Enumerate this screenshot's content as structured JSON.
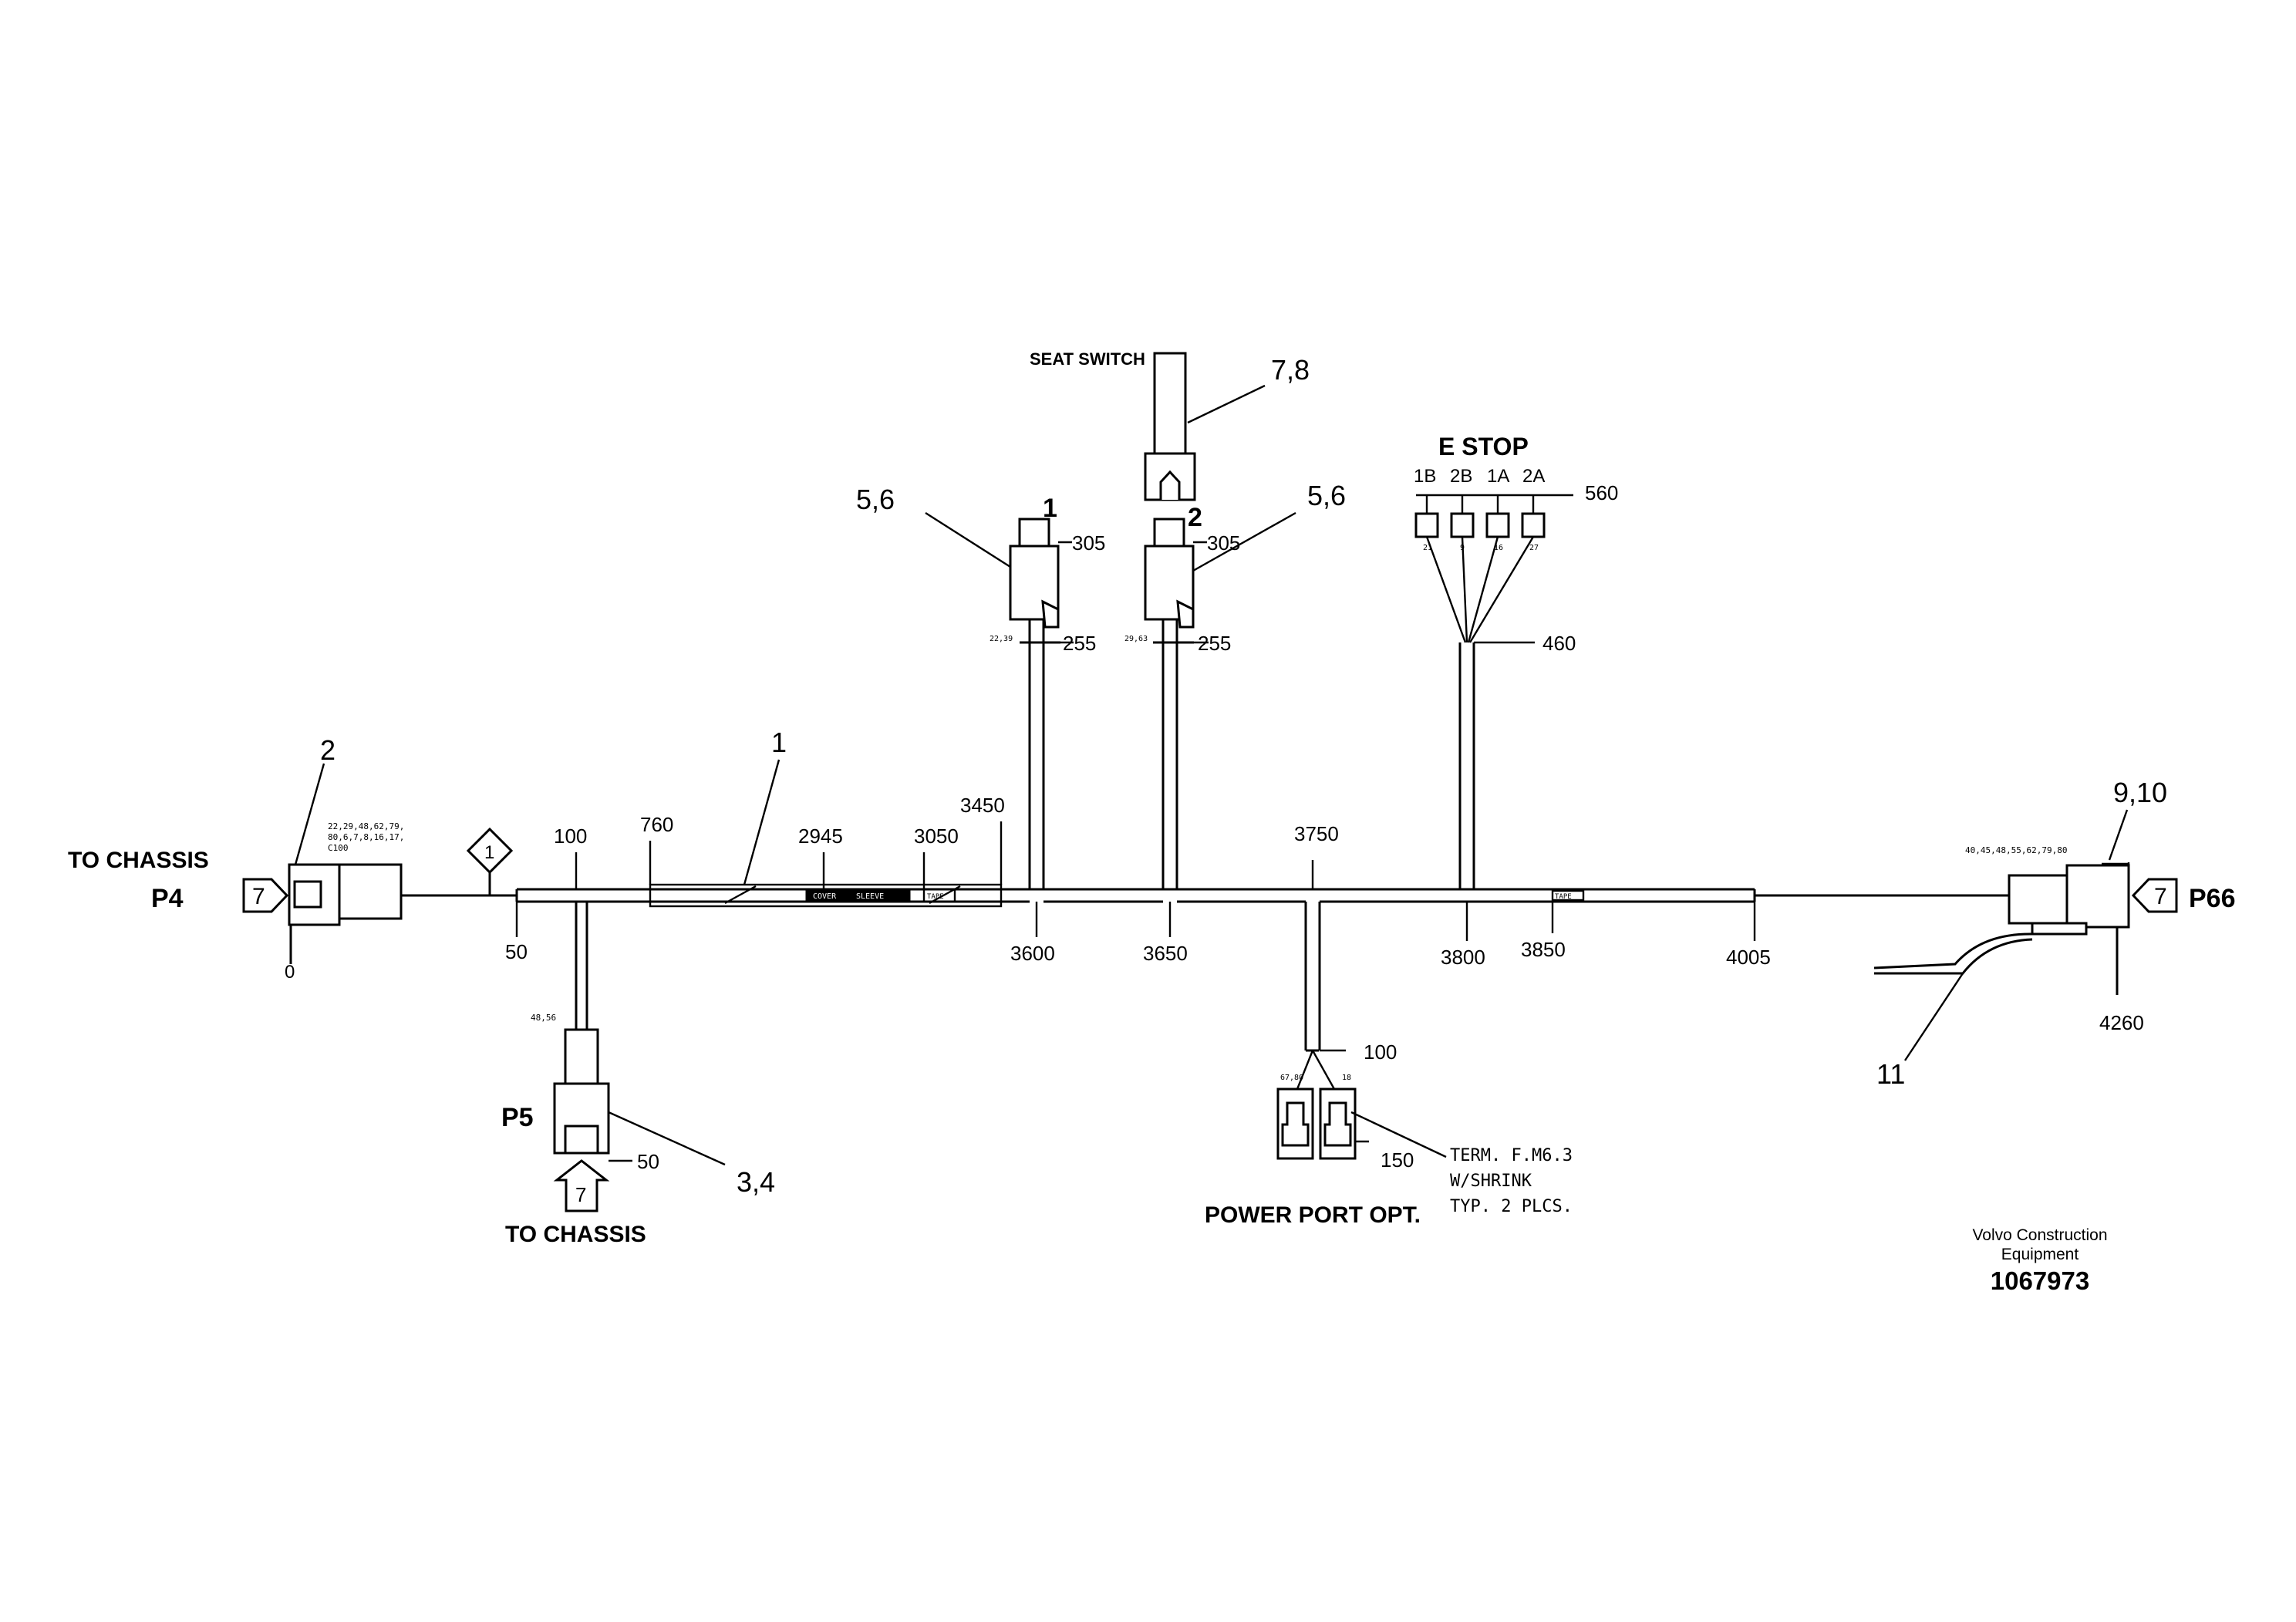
{
  "diagram": {
    "labels": {
      "to_chassis_p4": "TO CHASSIS",
      "p4": "P4",
      "p5": "P5",
      "to_chassis_bottom": "TO CHASSIS",
      "p66": "P66",
      "seat_switch": "SEAT SWITCH",
      "e_stop": "E STOP",
      "power_port_opt": "POWER PORT OPT.",
      "term_line1": "TERM. F.M6.3",
      "term_line2": "W/SHRINK",
      "term_line3": "TYP. 2 PLCS."
    },
    "callouts": {
      "c1": "1",
      "c2": "2",
      "c34": "3,4",
      "c56_left": "5,6",
      "c56_right": "5,6",
      "c78": "7,8",
      "c910": "9,10",
      "c11": "11"
    },
    "connector_refs": {
      "p4_arrow": "7",
      "p5_arrow": "7",
      "p66_arrow": "7",
      "diamond": "1",
      "switch1": "1",
      "switch2": "2"
    },
    "estop_pins": [
      "1B",
      "2B",
      "1A",
      "2A"
    ],
    "estop_pin_nums": [
      "21",
      "9",
      "16",
      "27"
    ],
    "small_notes": {
      "p4_a": "22,29,48,62,79,",
      "p4_b": "80,6,7,8,16,17,",
      "p4_c": "C100",
      "p66": "40,45,48,55,62,79,80",
      "p5": "48,56",
      "s1": "22,39",
      "s2": "29,63",
      "pp_left": "67,80",
      "pp_right": "18",
      "tag_a": "COVER",
      "tag_b": "SLEEVE",
      "tag_c": "TAPE",
      "tag_d": "TAPE"
    },
    "dimensions": {
      "d0": "0",
      "d50": "50",
      "d100": "100",
      "d760": "760",
      "d2945": "2945",
      "d3050": "3050",
      "d3450": "3450",
      "d3600": "3600",
      "d3650": "3650",
      "d3750": "3750",
      "d3800": "3800",
      "d3850": "3850",
      "d4005": "4005",
      "d4260": "4260",
      "d305a": "305",
      "d305b": "305",
      "d255a": "255",
      "d255b": "255",
      "d560": "560",
      "d460": "460",
      "d100pp": "100",
      "d150": "150",
      "d50p5": "50"
    },
    "company_line1": "Volvo Construction",
    "company_line2": "Equipment",
    "part_number": "1067973"
  }
}
